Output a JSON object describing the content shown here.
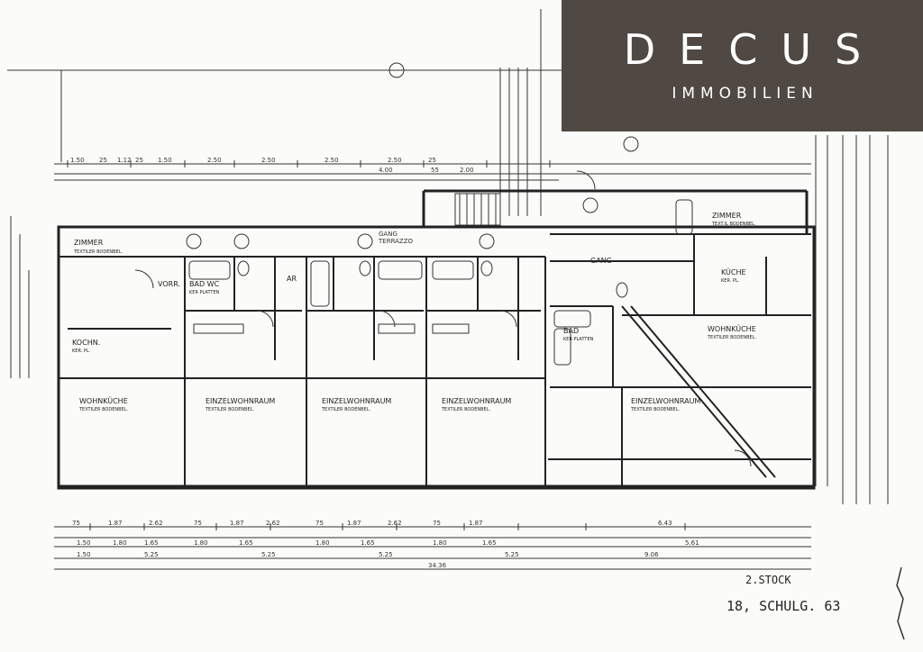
{
  "logo": {
    "name": "DECUS",
    "subtitle": "IMMOBILIEN"
  },
  "floor_label": "2.STOCK",
  "address": "18, SCHULG. 63",
  "total_width_label": "34.36",
  "corridor_label": "GANG",
  "corridor_sub": "TERRAZZO",
  "rooms": [
    {
      "name": "ZIMMER",
      "floor": "TEXTILER BODENBEL."
    },
    {
      "name": "VORR."
    },
    {
      "name": "AR"
    },
    {
      "name": "KOCHN.",
      "floor": "KER. PL."
    },
    {
      "name": "BAD WC",
      "floor": "KER PLATTEN"
    },
    {
      "name": "WOHNKÜCHE",
      "floor": "TEXTILER BODENBEL."
    },
    {
      "name": "EINZELWOHNRAUM",
      "floor": "TEXTILER BODENBEL."
    },
    {
      "name": "EINZELWOHNRAUM",
      "floor": "TEXTILER BODENBEL."
    },
    {
      "name": "EINZELWOHNRAUM",
      "floor": "TEXTILER BODENBEL."
    },
    {
      "name": "EINZELWOHNRAUM",
      "floor": "TEXTILER BODENBEL."
    },
    {
      "name": "ZIMMER",
      "floor": "TEXT.IL BODENBEL."
    },
    {
      "name": "KÜCHE",
      "floor": "KER. PL."
    },
    {
      "name": "WOHNKÜCHE",
      "floor": "TEXTILER BODENBEL."
    },
    {
      "name": "GANG"
    },
    {
      "name": "BAD",
      "floor": "KER PLATTEN"
    }
  ],
  "dims_top": [
    "1.50",
    "25",
    "1.12",
    "25",
    "1.50",
    "2.50",
    "2.50",
    "2.50",
    "2.50",
    "25",
    "4.00",
    "55",
    "2.00"
  ],
  "dims_bottom": [
    "75",
    "1.87",
    "2.62",
    "75",
    "1.87",
    "2.62",
    "75",
    "1.87",
    "2.62",
    "75",
    "1.87",
    "6.43"
  ],
  "dims_bottom2": [
    "1.50",
    "1.80",
    "1.65",
    "1.80",
    "1.65",
    "1.80",
    "1.65",
    "1.80",
    "1.65",
    "5.61"
  ],
  "dims_bottom3": [
    "1.50",
    "5.25",
    "5.25",
    "5.25",
    "5.25",
    "9.06"
  ]
}
